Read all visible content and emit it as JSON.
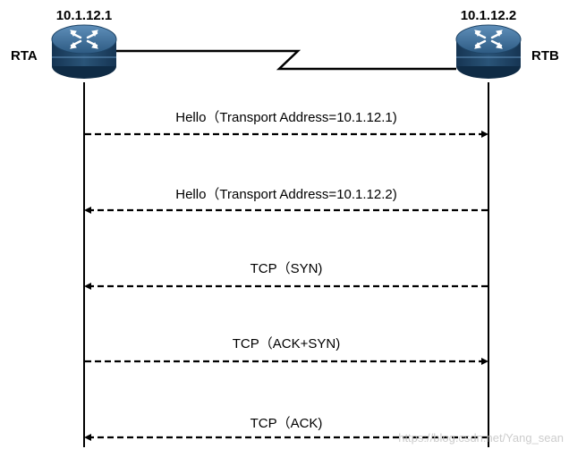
{
  "routers": [
    {
      "name": "RTA",
      "address": "10.1.12.1"
    },
    {
      "name": "RTB",
      "address": "10.1.12.2"
    }
  ],
  "messages": [
    {
      "label": "Hello（Transport Address=10.1.12.1)",
      "direction": "RTA to RTB"
    },
    {
      "label": "Hello（Transport Address=10.1.12.2)",
      "direction": "RTB to RTA"
    },
    {
      "label": "TCP（SYN)",
      "direction": "RTB to RTA"
    },
    {
      "label": "TCP（ACK+SYN)",
      "direction": "RTA to RTB"
    },
    {
      "label": "TCP（ACK)",
      "direction": "RTB to RTA"
    }
  ],
  "watermark": "https://blog.csdn.net/Yang_sean",
  "colors": {
    "router_top": "#3b6d97",
    "router_body": "#1e4466",
    "router_edge": "#0f2b45",
    "line": "#000000"
  },
  "icons": {
    "router": "router-icon"
  }
}
